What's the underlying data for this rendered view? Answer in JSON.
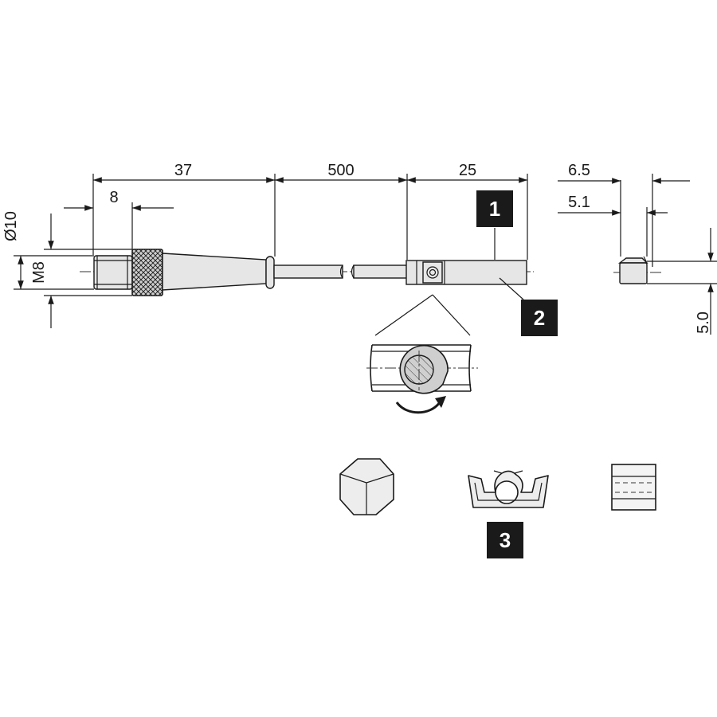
{
  "dimensions": {
    "connector_length": "37",
    "thread_length": "8",
    "cable_length": "500",
    "sensor_length": "25",
    "side_outer": "6.5",
    "side_inner": "5.1",
    "side_height": "5.0",
    "diameter": "Ø10",
    "thread": "M8"
  },
  "callouts": {
    "one": "1",
    "two": "2",
    "three": "3"
  }
}
